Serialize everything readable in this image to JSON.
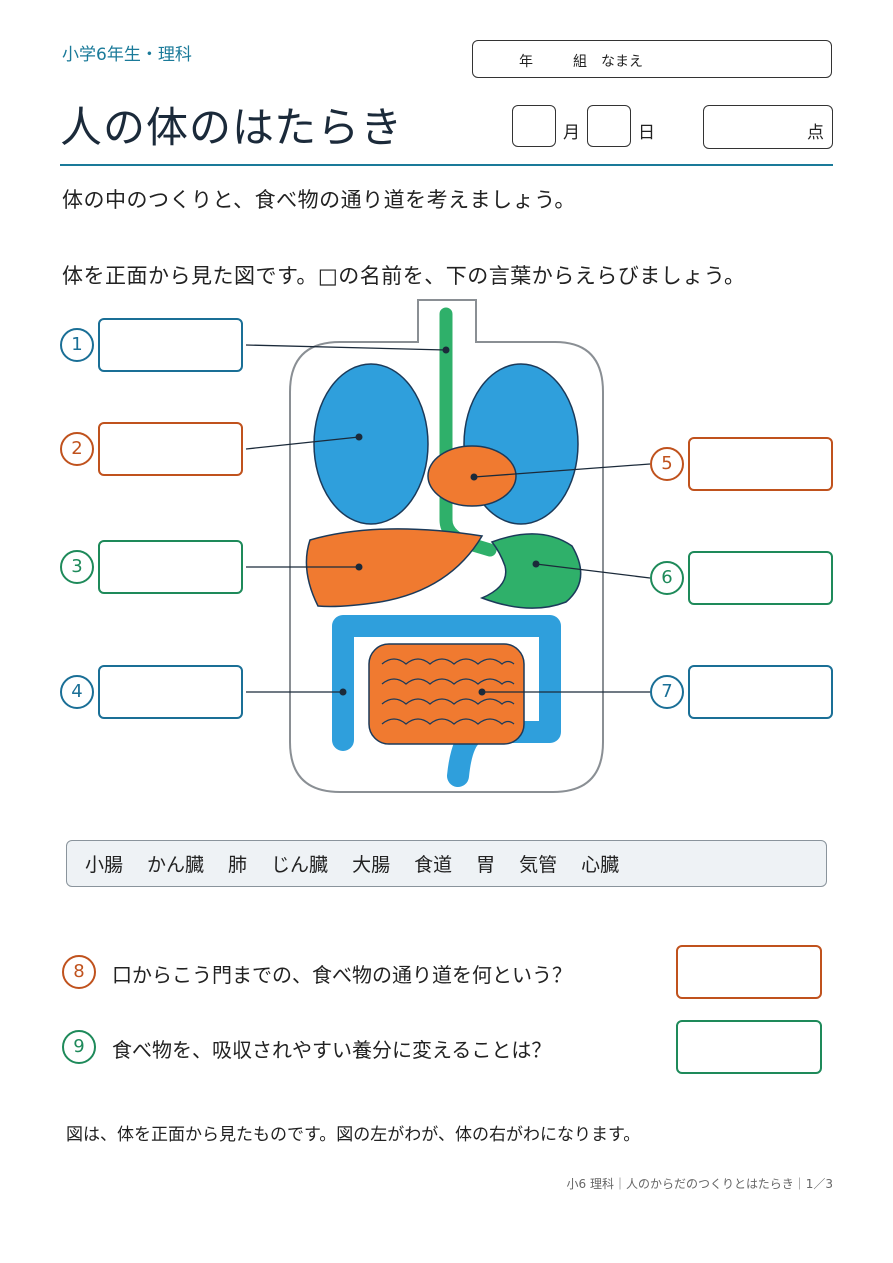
{
  "header": {
    "subject": "小学6年生・理科",
    "name_field": {
      "year": "年",
      "class": "組",
      "name": "なまえ"
    },
    "title": "人の体のはたらき",
    "month_label": "月",
    "day_label": "日",
    "score_label": "点"
  },
  "lead": "体の中のつくりと、食べ物の通り道を考えましょう。",
  "question_intro": "体を正面から見た図です。□の名前を、下の言葉からえらびましょう。",
  "diagram": {
    "labels": [
      {
        "number": "1",
        "color": "blue"
      },
      {
        "number": "2",
        "color": "orange"
      },
      {
        "number": "3",
        "color": "green"
      },
      {
        "number": "4",
        "color": "blue"
      },
      {
        "number": "5",
        "color": "orange"
      },
      {
        "number": "6",
        "color": "green"
      },
      {
        "number": "7",
        "color": "blue"
      }
    ],
    "colors": {
      "lung": "#2f9fdc",
      "stomach": "#f07a30",
      "esophagus": "#2fb06a",
      "intestine": "#2f9fdc"
    }
  },
  "word_bank": [
    "小腸",
    "かん臓",
    "肺",
    "じん臓",
    "大腸",
    "食道",
    "胃",
    "気管",
    "心臓"
  ],
  "questions": [
    {
      "number": "8",
      "text": "口からこう門までの、食べ物の通り道を何という？",
      "color": "orange"
    },
    {
      "number": "9",
      "text": "食べ物を、吸収されやすい養分に変えることは？",
      "color": "green"
    }
  ],
  "note": "図は、体を正面から見たものです。図の左がわが、体の右がわになります。",
  "footer": "小6 理科｜人のからだのつくりとはたらき｜1／3"
}
